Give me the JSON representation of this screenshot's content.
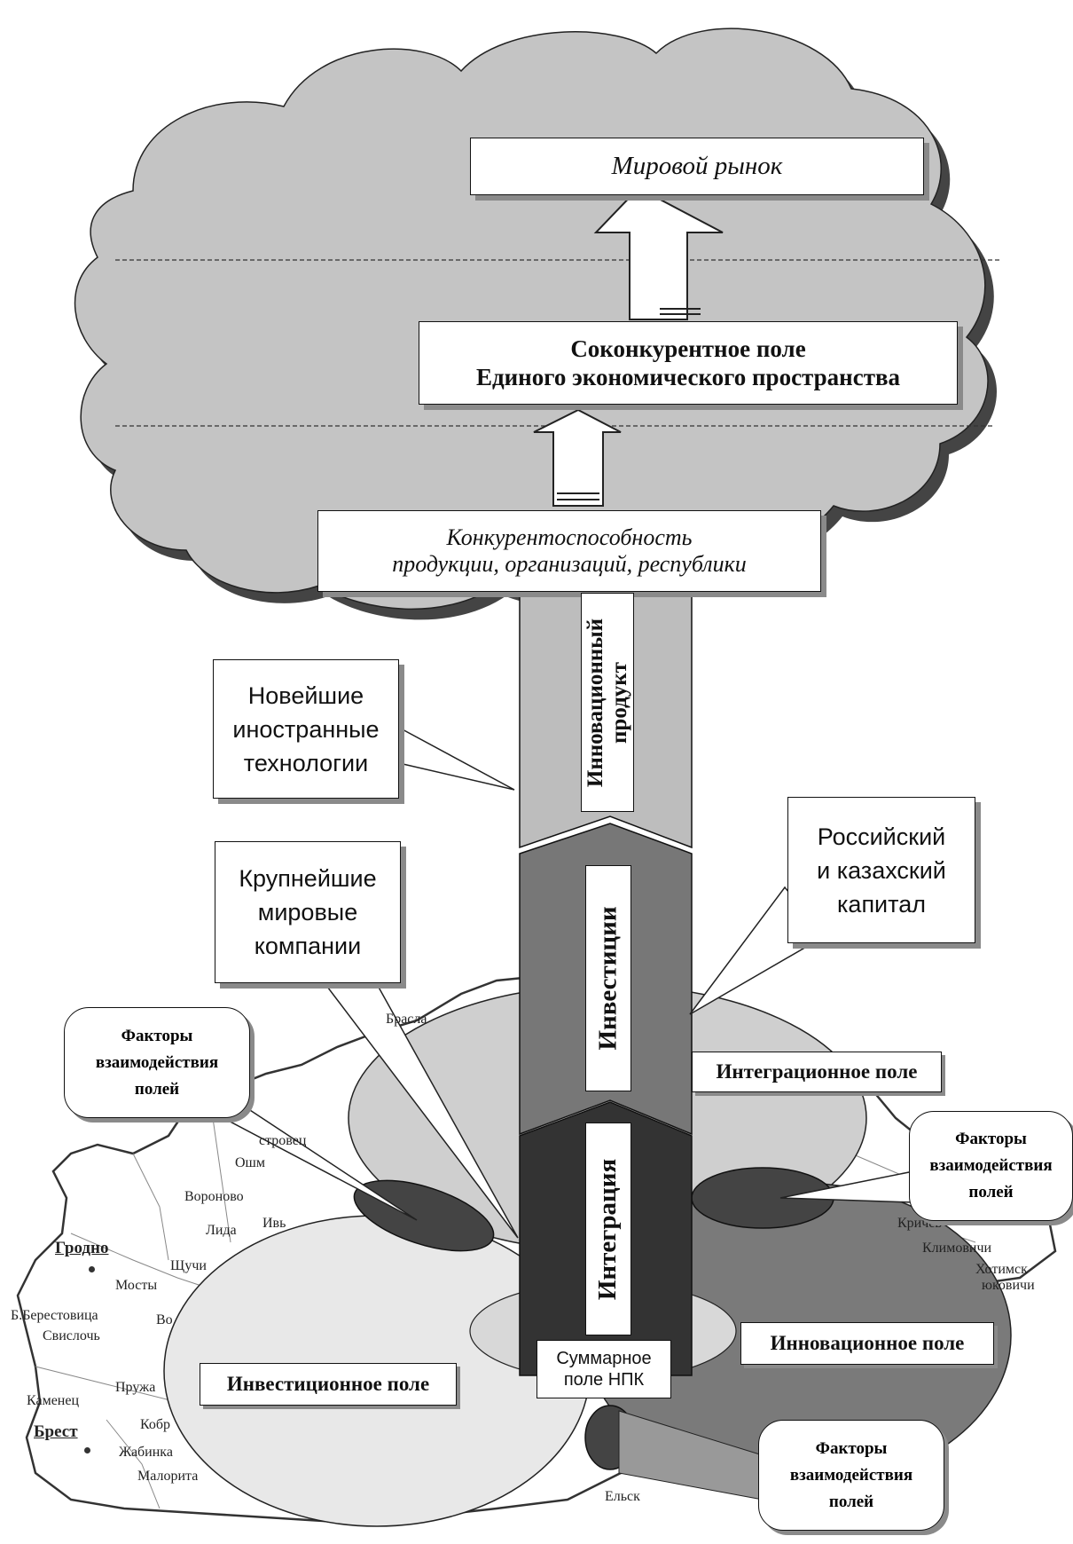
{
  "levels": {
    "world_market": "Мировой рынок",
    "coopetition_line1": "Соконкурентное поле",
    "coopetition_line2": "Единого экономического пространства",
    "competitiveness_line1": "Конкурентоспособность",
    "competitiveness_line2": "продукции, организаций, республики"
  },
  "trunk": {
    "innovation_product_line1": "Инновационный",
    "innovation_product_line2": "продукт",
    "investments": "Инвестиции",
    "integration": "Интеграция"
  },
  "fields": {
    "integration_field": "Интеграционное поле",
    "innovation_field": "Инновационное поле",
    "investment_field": "Инвестиционное поле",
    "total_field_line1": "Суммарное",
    "total_field_line2": "поле НПК"
  },
  "sources": {
    "foreign_tech": [
      "Новейшие",
      "иностранные",
      "технологии"
    ],
    "world_companies": [
      "Крупнейшие",
      "мировые",
      "компании"
    ],
    "ru_kz_capital": [
      "Российский",
      "и казахский",
      "капитал"
    ]
  },
  "interaction_factors": [
    "Факторы",
    "взаимодействия",
    "полей"
  ],
  "map_labels": {
    "grodno": "Гродно",
    "brest": "Брест",
    "mosty": "Мосты",
    "shchuchin": "Щучи",
    "b_berestovitsa": "Б.Берестовица",
    "svisloch": "Свислочь",
    "volkovysk": "Во",
    "kamenets": "Каменец",
    "pruzhany": "Пружа",
    "kobrin": "Кобр",
    "zhabinka": "Жабинка",
    "malorita": "Малорита",
    "lida": "Лида",
    "ivye": "Ивь",
    "voronovo": "Вороново",
    "oshmyany": "Ошм",
    "ostrovets": "стровец",
    "braslav": "Брасла",
    "krichev": "Кричев",
    "klimovichi": "Климовичи",
    "khotimsk": "Хотимск",
    "kostyukovichi": "юковичи",
    "elsk": "Ельск"
  }
}
